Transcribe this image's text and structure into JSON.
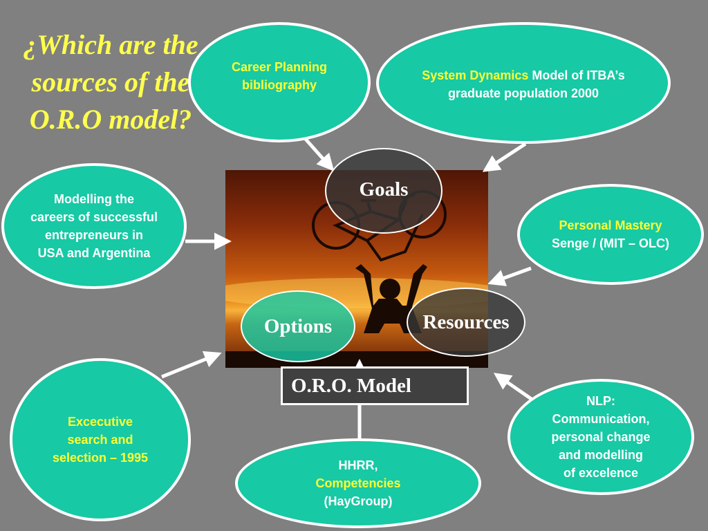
{
  "title": {
    "lines": [
      "¿Which are the",
      "sources of the",
      "O.R.O model?"
    ]
  },
  "sources": {
    "career_planning": {
      "lines": [
        "Career Planning",
        "bibliography"
      ]
    },
    "system_dynamics": {
      "highlight": "System Dynamics",
      "line1_rest": " Model of ITBA’s",
      "line2": "graduate population 2000"
    },
    "modelling_careers": {
      "lines": [
        "Modelling the",
        "careers of successful",
        "entrepreneurs in",
        "USA and Argentina"
      ]
    },
    "personal_mastery": {
      "highlight": "Personal Mastery",
      "line2": "Senge  / (MIT – OLC)"
    },
    "executive_search": {
      "lines": [
        "Excecutive",
        "search and",
        "selection – 1995"
      ]
    },
    "hhrr": {
      "line1": "HHRR,",
      "highlight": "Competencies",
      "line3": "(HayGroup)"
    },
    "nlp": {
      "lines": [
        "NLP:",
        "Communication,",
        "personal change",
        "and modelling",
        "of excelence"
      ]
    }
  },
  "model": {
    "goals": "Goals",
    "options": "Options",
    "resources": "Resources",
    "caption": "O.R.O. Model"
  },
  "colors": {
    "background": "#808080",
    "bubble_fill": "#17c9a5",
    "title_yellow": "#ffff4d",
    "highlight_yellow": "#ffff33",
    "arrow": "#ffffff"
  }
}
